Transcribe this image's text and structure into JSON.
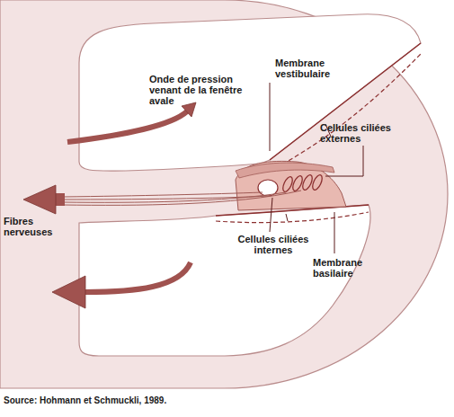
{
  "diagram": {
    "caption": "Source: Hohmann et Schmuckli, 1989.",
    "labels": [
      "Onde de pression venant de la fenêtre avale",
      "Membrane vestibulaire",
      "Cellules ciliées externes",
      "Fibres nerveuses",
      "Cellules ciliées internes",
      "Membrane basilaire"
    ]
  }
}
